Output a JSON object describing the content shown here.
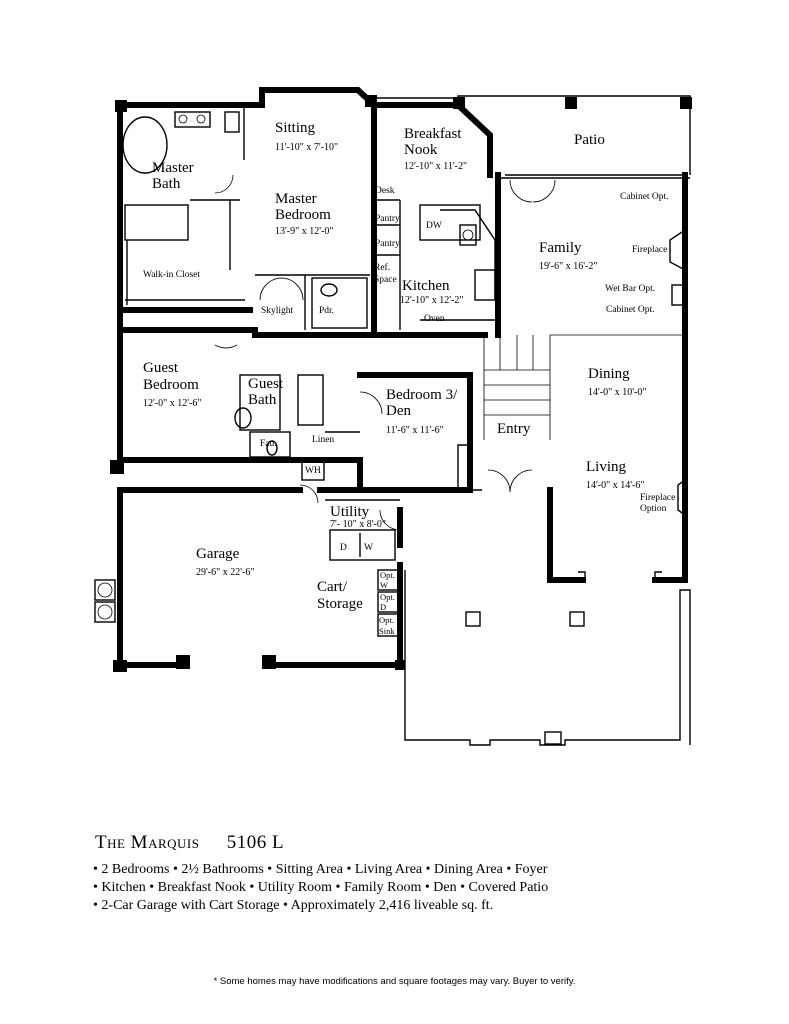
{
  "rooms": {
    "sitting": {
      "name": "Sitting",
      "dims": "11'-10\" x 7'-10\""
    },
    "breakfast_nook": {
      "name_line1": "Breakfast",
      "name_line2": "Nook",
      "dims": "12'-10\" x 11'-2\""
    },
    "patio": {
      "name": "Patio"
    },
    "master_bath": {
      "name_line1": "Master",
      "name_line2": "Bath"
    },
    "master_bedroom": {
      "name_line1": "Master",
      "name_line2": "Bedroom",
      "dims": "13'-9\" x 12'-0\""
    },
    "family": {
      "name": "Family",
      "dims": "19'-6\" x 16'-2\""
    },
    "kitchen": {
      "name": "Kitchen",
      "dims": "12'-10\" x 12'-2\""
    },
    "guest_bedroom": {
      "name_line1": "Guest",
      "name_line2": "Bedroom",
      "dims": "12'-0\" x 12'-6\""
    },
    "guest_bath": {
      "name_line1": "Guest",
      "name_line2": "Bath"
    },
    "bedroom3": {
      "name_line1": "Bedroom 3/",
      "name_line2": "Den",
      "dims": "11'-6\" x 11'-6\""
    },
    "dining": {
      "name": "Dining",
      "dims": "14'-0\" x 10'-0\""
    },
    "living": {
      "name": "Living",
      "dims": "14'-0\" x 14'-6\""
    },
    "utility": {
      "name": "Utility",
      "dims": "7'- 10\" x 8'-0\""
    },
    "garage": {
      "name": "Garage",
      "dims": "29'-6\" x 22'-6\""
    },
    "cart_storage": {
      "name_line1": "Cart/",
      "name_line2": "Storage"
    },
    "entry": {
      "name": "Entry"
    }
  },
  "labels": {
    "walk_in_closet": "Walk-in Closet",
    "desk": "Desk",
    "pantry1": "Pantry",
    "pantry2": "Pantry",
    "dw": "DW",
    "ref_space_1": "Ref.",
    "ref_space_2": "Space",
    "oven": "Oven",
    "skylight": "Skylight",
    "pdr": "Pdr.",
    "cabinet_opt_top": "Cabinet Opt.",
    "fireplace_family": "Fireplace",
    "wet_bar_opt": "Wet Bar Opt.",
    "cabinet_opt_bottom": "Cabinet Opt.",
    "linen": "Linen",
    "fau": "Fau.",
    "wh": "WH",
    "dryer": "D",
    "washer": "W",
    "opt_w_1": "Opt.",
    "opt_w_2": "W",
    "opt_d_1": "Opt.",
    "opt_d_2": "D",
    "opt_sink_1": "Opt.",
    "opt_sink_2": "Sink",
    "fireplace_option_1": "Fireplace",
    "fireplace_option_2": "Option"
  },
  "plan_title": {
    "name": "The Marquis",
    "code": "5106 L"
  },
  "features": [
    "• 2 Bedrooms • 2½ Bathrooms • Sitting Area • Living Area • Dining Area • Foyer",
    "• Kitchen • Breakfast Nook • Utility Room • Family Room • Den • Covered Patio",
    "• 2-Car Garage with Cart Storage • Approximately 2,416 liveable sq. ft."
  ],
  "disclaimer": "* Some homes may have modifications and square footages may vary. Buyer to verify."
}
